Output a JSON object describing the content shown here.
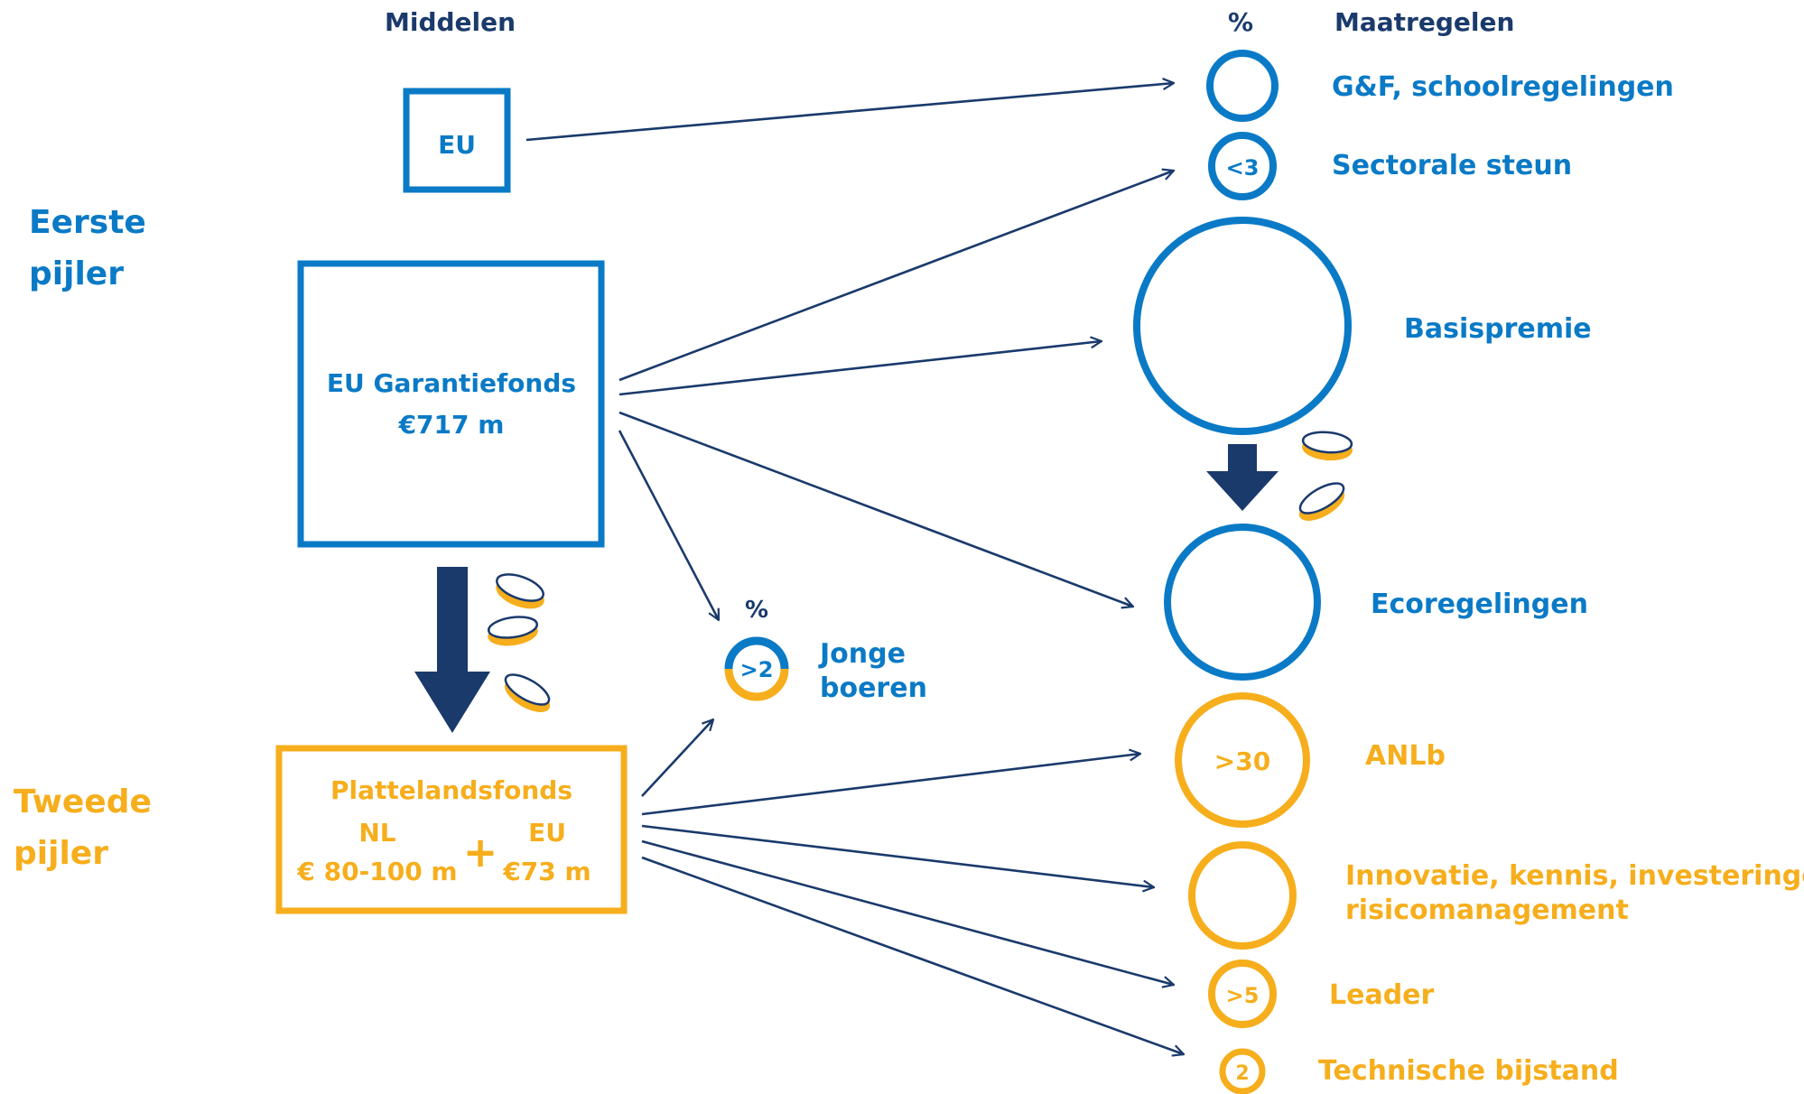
{
  "colors": {
    "blue": "#0a7ac6",
    "navy": "#1a3a6c",
    "gold": "#f6ae1c"
  },
  "header": {
    "middelen": "Middelen",
    "percent": "%",
    "maatregelen": "Maatregelen"
  },
  "pillars": {
    "first_line1": "Eerste",
    "first_line2": "pijler",
    "second_line1": "Tweede",
    "second_line2": "pijler"
  },
  "sources": {
    "eu": "EU",
    "garantiefonds_name": "EU Garantiefonds",
    "garantiefonds_amount": "€717 m",
    "plattelandsfonds_name": "Plattelandsfonds",
    "nl_label": "NL",
    "nl_amount": "€ 80-100 m",
    "plus": "+",
    "eu_label": "EU",
    "eu_amount": "€73 m"
  },
  "young_farmers": {
    "percent_header": "%",
    "value": ">2",
    "label_line1": "Jonge",
    "label_line2": "boeren"
  },
  "measures": {
    "gf": {
      "label": "G&F, schoolregelingen",
      "value": ""
    },
    "sectoral": {
      "label": "Sectorale steun",
      "value": "<3"
    },
    "basis": {
      "label": "Basispremie",
      "value": ""
    },
    "eco": {
      "label": "Ecoregelingen",
      "value": ""
    },
    "anlb": {
      "label": "ANLb",
      "value": ">30"
    },
    "innovatie": {
      "label_line1": "Innovatie, kennis, investeringen,",
      "label_line2": "risicomanagement",
      "value": ""
    },
    "leader": {
      "label": "Leader",
      "value": ">5"
    },
    "technisch": {
      "label": "Technische bijstand",
      "value": "2"
    }
  },
  "icons": [
    "arrow-icon",
    "down-arrow-icon",
    "coin-icon"
  ]
}
